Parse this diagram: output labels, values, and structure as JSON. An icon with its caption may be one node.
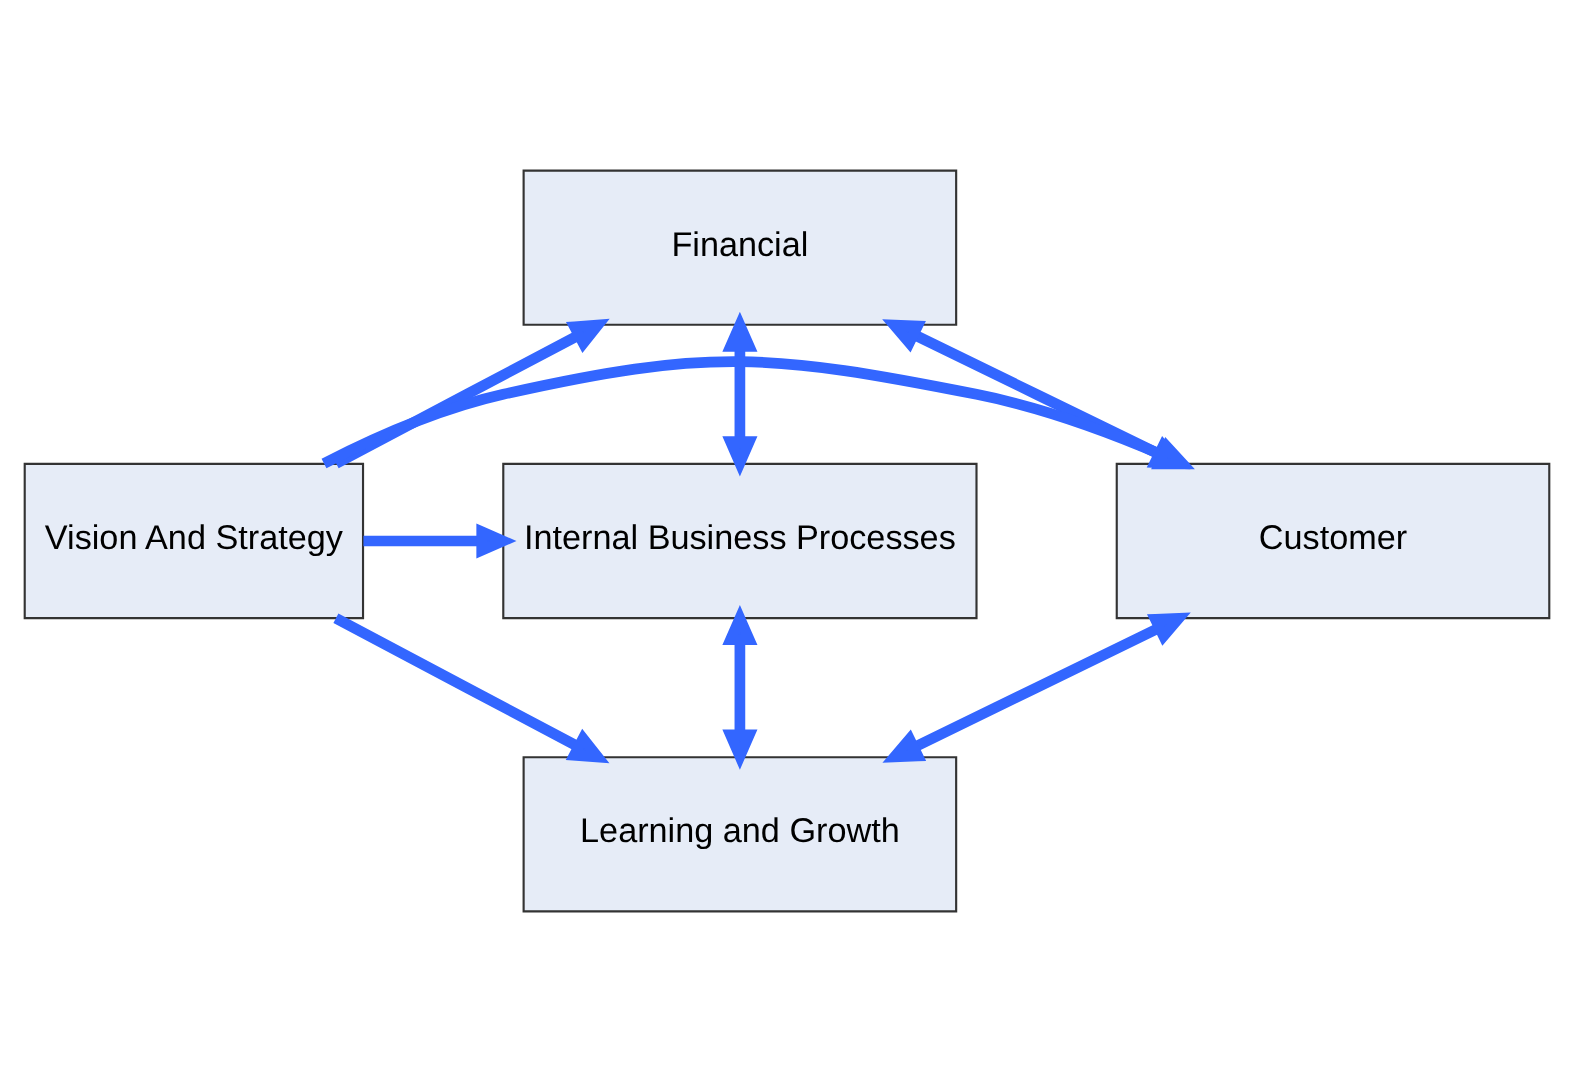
{
  "diagram": {
    "nodes": [
      {
        "text": [
          "Financial"
        ]
      },
      {
        "text": [
          "Customer"
        ]
      },
      {
        "text": [
          "Vision And Strategy"
        ]
      },
      {
        "text": [
          "Internal Business Processes"
        ]
      },
      {
        "text": [
          "Learning and Growth"
        ]
      }
    ],
    "edges": [
      {
        "from": 2,
        "to": 0,
        "arrow": "to"
      },
      {
        "from": 2,
        "to": 1,
        "arrow": "to"
      },
      {
        "from": 2,
        "to": 3,
        "arrow": "to"
      },
      {
        "from": 2,
        "to": 4,
        "arrow": "to"
      },
      {
        "from": 0,
        "to": 1,
        "arrow": "both"
      },
      {
        "from": 0,
        "to": 3,
        "arrow": "both"
      },
      {
        "from": 1,
        "to": 4,
        "arrow": "both"
      },
      {
        "from": 3,
        "to": 4,
        "arrow": "both"
      }
    ]
  }
}
